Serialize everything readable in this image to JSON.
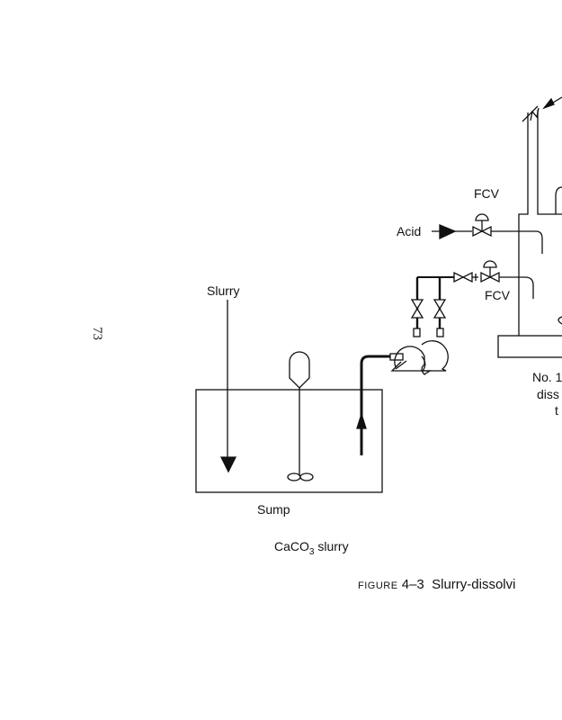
{
  "page_number": "73",
  "labels": {
    "slurry_in": "Slurry",
    "acid": "Acid",
    "fcv_top": "FCV",
    "fcv_bottom": "FCV",
    "sump": "Sump",
    "caco3_prefix": "CaCO",
    "caco3_sub": "3",
    "caco3_suffix": " slurry",
    "tank_line1": "No. 1",
    "tank_line2": "diss",
    "tank_line3": "t"
  },
  "caption": {
    "figure_word": "FIGURE",
    "figure_number": "4–3",
    "title": "Slurry-dissolvi"
  },
  "components": [
    {
      "name": "sump-tank",
      "label": "Sump"
    },
    {
      "name": "agitator",
      "label": ""
    },
    {
      "name": "slurry-pumps",
      "count": 2
    },
    {
      "name": "block-valves",
      "count": 3
    },
    {
      "name": "flow-control-valves",
      "count": 2,
      "label": "FCV"
    },
    {
      "name": "dissolving-tank",
      "label": "No. 1 diss t"
    }
  ]
}
